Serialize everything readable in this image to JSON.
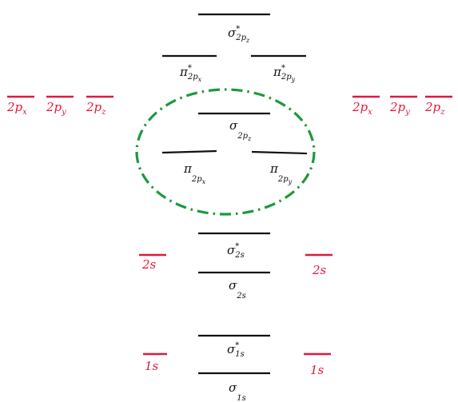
{
  "colors": {
    "molecular_orbital": "#111111",
    "atomic_orbital": "#e0193f",
    "highlight_ellipse": "#1a9a3c",
    "background": "#ffffff"
  },
  "highlight": {
    "shape": "dash-dot ellipse",
    "encloses": [
      "sigma_2pz",
      "pi_2px",
      "pi_2py"
    ]
  },
  "molecular_orbitals": [
    {
      "id": "sigma_star_2pz",
      "symbol": "σ",
      "star": "*",
      "sub": "2p",
      "subsub": "z"
    },
    {
      "id": "pi_star_2px",
      "symbol": "π",
      "star": "*",
      "sub": "2p",
      "subsub": "x"
    },
    {
      "id": "pi_star_2py",
      "symbol": "π",
      "star": "*",
      "sub": "2p",
      "subsub": "y"
    },
    {
      "id": "sigma_2pz",
      "symbol": "σ",
      "star": "",
      "sub": "2p",
      "subsub": "z"
    },
    {
      "id": "pi_2px",
      "symbol": "π",
      "star": "",
      "sub": "2p",
      "subsub": "x"
    },
    {
      "id": "pi_2py",
      "symbol": "π",
      "star": "",
      "sub": "2p",
      "subsub": "y"
    },
    {
      "id": "sigma_star_2s",
      "symbol": "σ",
      "star": "*",
      "sub": "2s",
      "subsub": ""
    },
    {
      "id": "sigma_2s",
      "symbol": "σ",
      "star": "",
      "sub": "2s",
      "subsub": ""
    },
    {
      "id": "sigma_star_1s",
      "symbol": "σ",
      "star": "*",
      "sub": "1s",
      "subsub": ""
    },
    {
      "id": "sigma_1s",
      "symbol": "σ",
      "star": "",
      "sub": "1s",
      "subsub": ""
    }
  ],
  "atomic_orbitals": {
    "left": [
      {
        "id": "left_2px",
        "main": "2p",
        "sub": "x"
      },
      {
        "id": "left_2py",
        "main": "2p",
        "sub": "y"
      },
      {
        "id": "left_2pz",
        "main": "2p",
        "sub": "z"
      },
      {
        "id": "left_2s",
        "main": "2s",
        "sub": ""
      },
      {
        "id": "left_1s",
        "main": "1s",
        "sub": ""
      }
    ],
    "right": [
      {
        "id": "right_2px",
        "main": "2p",
        "sub": "x"
      },
      {
        "id": "right_2py",
        "main": "2p",
        "sub": "y"
      },
      {
        "id": "right_2pz",
        "main": "2p",
        "sub": "z"
      },
      {
        "id": "right_2s",
        "main": "2s",
        "sub": ""
      },
      {
        "id": "right_1s",
        "main": "1s",
        "sub": ""
      }
    ]
  }
}
